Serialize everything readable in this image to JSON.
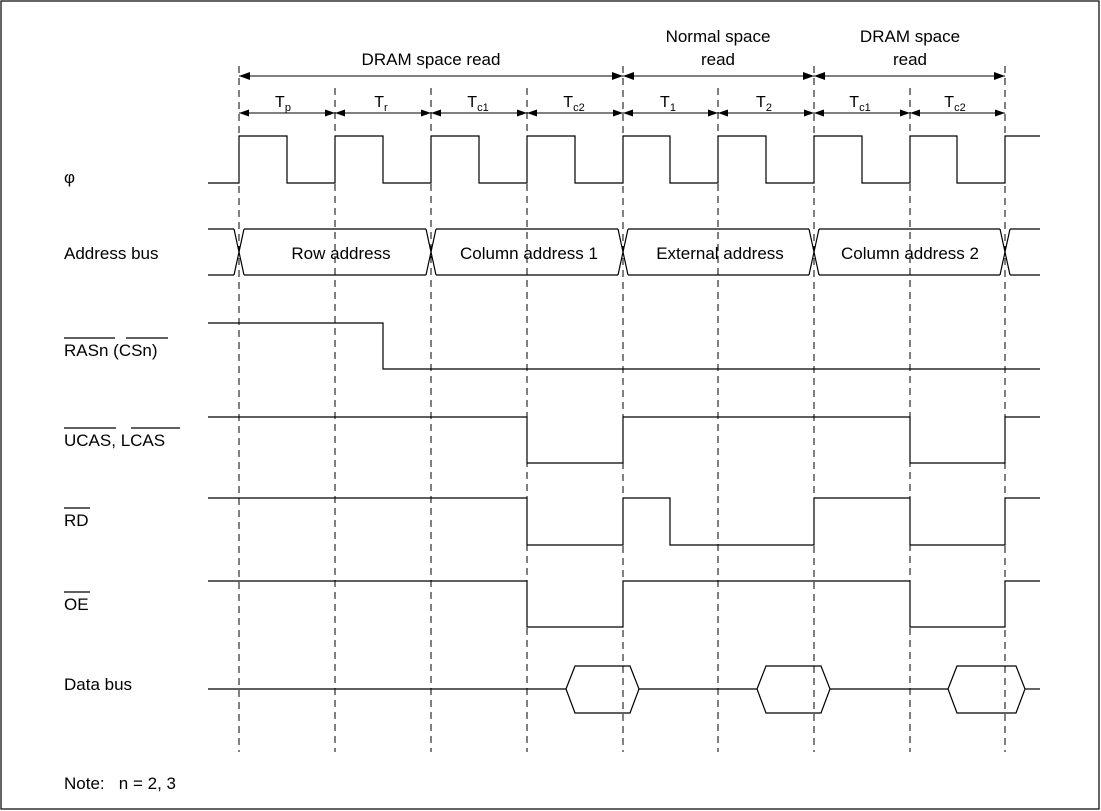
{
  "headers": {
    "dram_read": "DRAM space read",
    "normal_read": [
      "Normal space",
      "read"
    ],
    "dram_read2": [
      "DRAM space",
      "read"
    ]
  },
  "periods": [
    {
      "main": "T",
      "sub": "p"
    },
    {
      "main": "T",
      "sub": "r"
    },
    {
      "main": "T",
      "sub": "c1"
    },
    {
      "main": "T",
      "sub": "c2"
    },
    {
      "main": "T",
      "sub": "1"
    },
    {
      "main": "T",
      "sub": "2"
    },
    {
      "main": "T",
      "sub": "c1"
    },
    {
      "main": "T",
      "sub": "c2"
    }
  ],
  "signals": {
    "clock": "φ",
    "address_bus": "Address bus",
    "ras": {
      "a": "RASn",
      "b": "CSn"
    },
    "cas": {
      "a": "UCAS",
      "b": "LCAS"
    },
    "rd": "RD",
    "oe": "OE",
    "data_bus": "Data bus"
  },
  "address_segments": [
    "Row address",
    "Column address 1",
    "External address",
    "Column address 2"
  ],
  "note": "Note:   n = 2, 3"
}
